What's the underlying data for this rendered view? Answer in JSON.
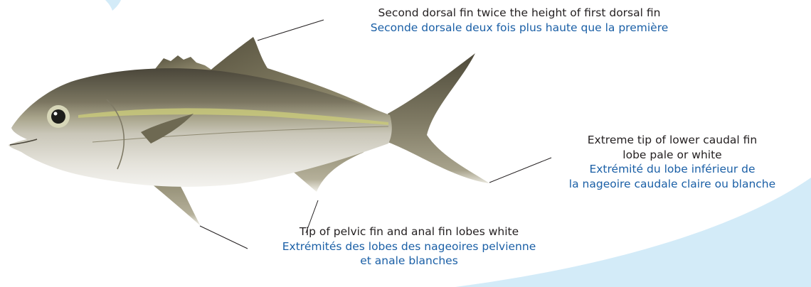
{
  "annotations": {
    "dorsal": {
      "en": "Second dorsal fin twice the height of first dorsal fin",
      "fr": "Seconde dorsale deux fois plus haute que la première"
    },
    "caudal": {
      "en_line1": "Extreme tip of lower caudal fin",
      "en_line2": "lobe pale or white",
      "fr_line1": "Extrémité du lobe inférieur de",
      "fr_line2": "la nageoire caudale claire ou blanche"
    },
    "pelvic": {
      "en": "Tip of pelvic fin and anal fin lobes white",
      "fr_line1": "Extrémités des lobes des nageoires pelvienne",
      "fr_line2": "et anale blanches"
    }
  },
  "colors": {
    "english_text": "#231f20",
    "french_text": "#1a5fa6",
    "background_swoosh": "#d3ebf8"
  }
}
